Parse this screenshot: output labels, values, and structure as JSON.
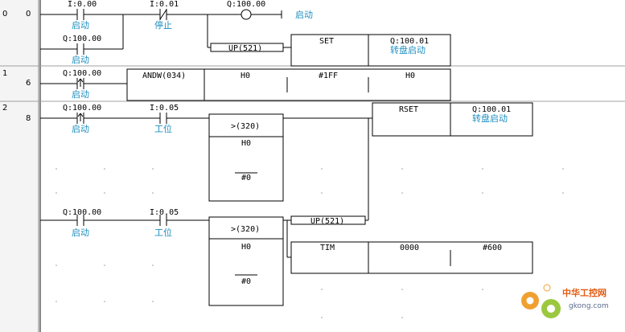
{
  "rungs": [
    {
      "index": "0",
      "step": "0"
    },
    {
      "index": "1",
      "step": "6"
    },
    {
      "index": "2",
      "step": "8"
    }
  ],
  "contacts": {
    "c_i000": {
      "address": "I:0.00",
      "comment": "启动"
    },
    "c_i001": {
      "address": "I:0.01",
      "comment": "停止"
    },
    "c_q10000_r0": {
      "address": "Q:100.00",
      "comment": "启动"
    },
    "c_q10000_r1": {
      "address": "Q:100.00",
      "comment": "启动"
    },
    "c_q10000_r2": {
      "address": "Q:100.00",
      "comment": "启动"
    },
    "c_i005_r2": {
      "address": "I:0.05",
      "comment": "工位"
    },
    "c_q10000_r3": {
      "address": "Q:100.00",
      "comment": "启动"
    },
    "c_i005_r3": {
      "address": "I:0.05",
      "comment": "工位"
    }
  },
  "coil": {
    "address": "Q:100.00",
    "comment": "启动"
  },
  "instructions": {
    "up_r0": "UP(521)",
    "set": {
      "name": "SET",
      "operand": "Q:100.01",
      "comment": "转盘启动"
    },
    "andw": {
      "name": "ANDW(034)",
      "op1": "H0",
      "op2": "#1FF",
      "op3": "H0"
    },
    "cmp_r2": {
      "name": ">(320)",
      "op1": "H0",
      "op2": "#0"
    },
    "rset": {
      "name": "RSET",
      "operand": "Q:100.01",
      "comment": "转盘启动"
    },
    "cmp_r3": {
      "name": ">(320)",
      "op1": "H0",
      "op2": "#0"
    },
    "up_r3": "UP(521)",
    "tim": {
      "name": "TIM",
      "op1": "0000",
      "op2": "#600"
    }
  },
  "watermark": {
    "brand": "中华工控网",
    "domain": "gkong.com"
  },
  "colors": {
    "comment_text": "#1f8fbf",
    "rail": "#808080",
    "wire": "#000000"
  }
}
